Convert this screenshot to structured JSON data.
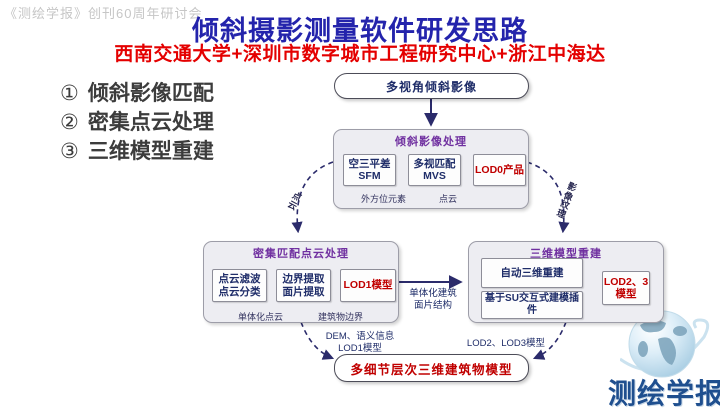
{
  "watermark": "《测绘学报》创刊60周年研讨会",
  "header": {
    "title": "倾斜摄影测量软件研发思路",
    "subtitle": "西南交通大学+深圳市数字城市工程研究中心+浙江中海达"
  },
  "key_points": [
    {
      "num": "①",
      "label": "倾斜影像匹配"
    },
    {
      "num": "②",
      "label": "密集点云处理"
    },
    {
      "num": "③",
      "label": "三维模型重建"
    }
  ],
  "flow": {
    "input_node": "多视角倾斜影像",
    "output_node": "多细节层次三维建筑物模型",
    "stage1": {
      "title": "倾斜影像处理",
      "box1_line1": "空三平差",
      "box1_line2": "SFM",
      "box2_line1": "多视匹配",
      "box2_line2": "MVS",
      "box3": "LOD0产品",
      "arc1": "外方位元素",
      "arc2": "点云"
    },
    "stage2": {
      "title": "密集匹配点云处理",
      "box1_line1": "点云滤波",
      "box1_line2": "点云分类",
      "box2_line1": "边界提取",
      "box2_line2": "面片提取",
      "box3": "LOD1模型",
      "arc1": "单体化点云",
      "arc2": "建筑物边界"
    },
    "stage3": {
      "title": "三维模型重建",
      "box1": "自动三维重建",
      "box2": "基于SU交互式建模插件",
      "box3_line1": "LOD2、3",
      "box3_line2": "模型"
    },
    "edges": {
      "to_stage2": "点云",
      "to_stage3": "影像纹理",
      "mid_line1": "单体化建筑",
      "mid_line2": "面片结构",
      "out_left_line1": "DEM、语义信息",
      "out_left_line2": "LOD1模型",
      "out_right": "LOD2、LOD3模型"
    }
  },
  "logo": {
    "text": "测绘学报"
  },
  "colors": {
    "title_blue": "#2424ac",
    "subtitle_red": "#e40000",
    "stage_title_purple": "#7030a0",
    "box_navy": "#1f2d69",
    "lod_red": "#c00000",
    "arrow_navy": "#2b2b6b",
    "logo_blue": "#1f4f8f"
  }
}
